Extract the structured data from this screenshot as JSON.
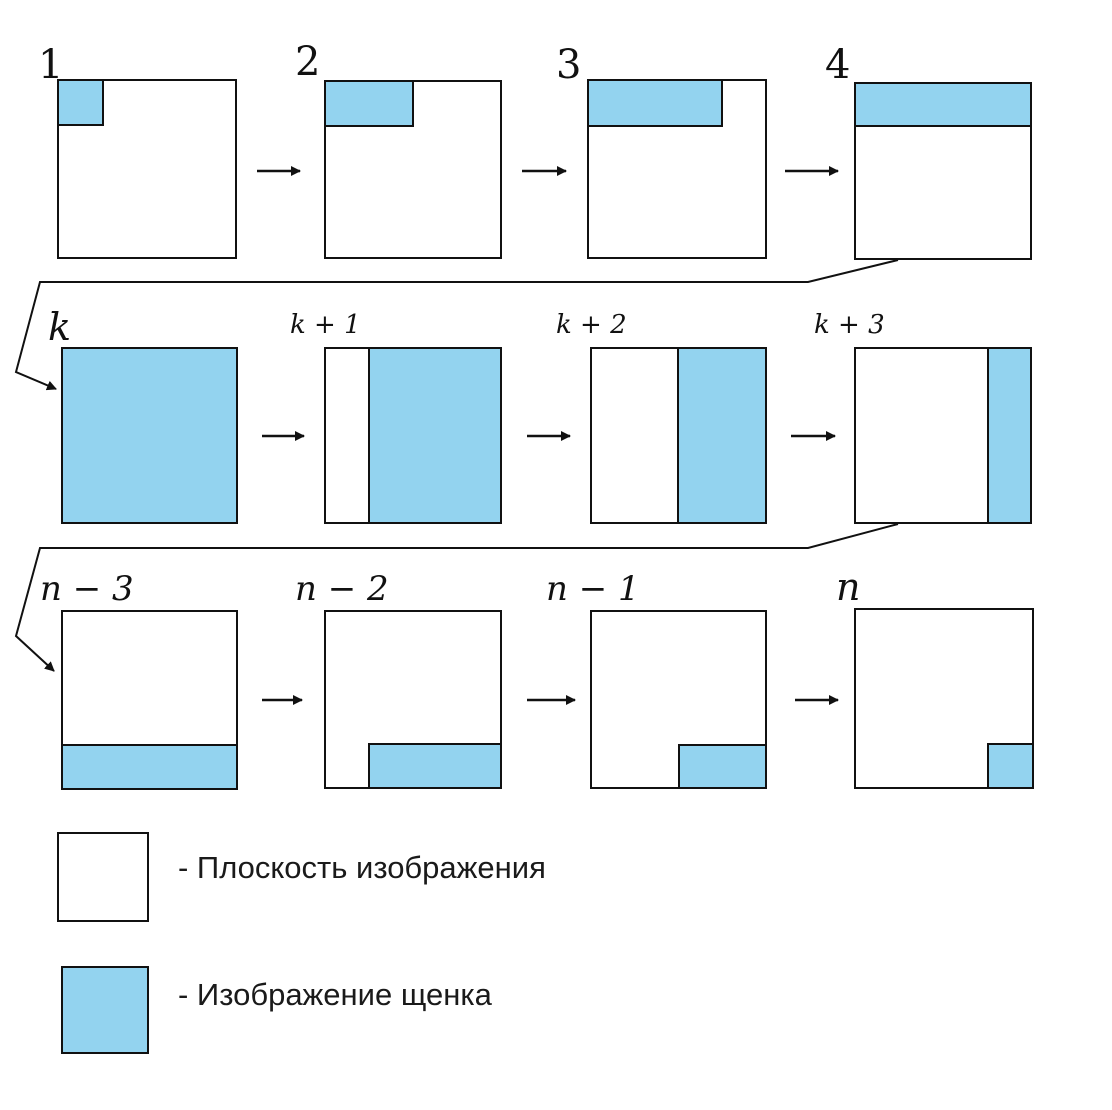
{
  "colors": {
    "plane_fill": "#ffffff",
    "puppy_fill": "#93d3ef",
    "stroke": "#111111",
    "arrow": "#111111"
  },
  "steps": [
    {
      "label": "1",
      "shade": "top-left-small"
    },
    {
      "label": "2",
      "shade": "top-left-wide"
    },
    {
      "label": "3",
      "shade": "top-left-wider"
    },
    {
      "label": "4",
      "shade": "top-full-strip"
    },
    {
      "label": "k",
      "shade": "full"
    },
    {
      "label": "k + 1",
      "shade": "right-wide"
    },
    {
      "label": "k + 2",
      "shade": "right-half"
    },
    {
      "label": "k + 3",
      "shade": "right-narrow"
    },
    {
      "label": "n − 3",
      "shade": "bottom-full-strip"
    },
    {
      "label": "n − 2",
      "shade": "bottom-right-wide"
    },
    {
      "label": "n − 1",
      "shade": "bottom-right-half"
    },
    {
      "label": "n",
      "shade": "bottom-right-small"
    }
  ],
  "legend": {
    "plane_label": "- Плоскость изображения",
    "puppy_label": "- Изображение щенка"
  }
}
